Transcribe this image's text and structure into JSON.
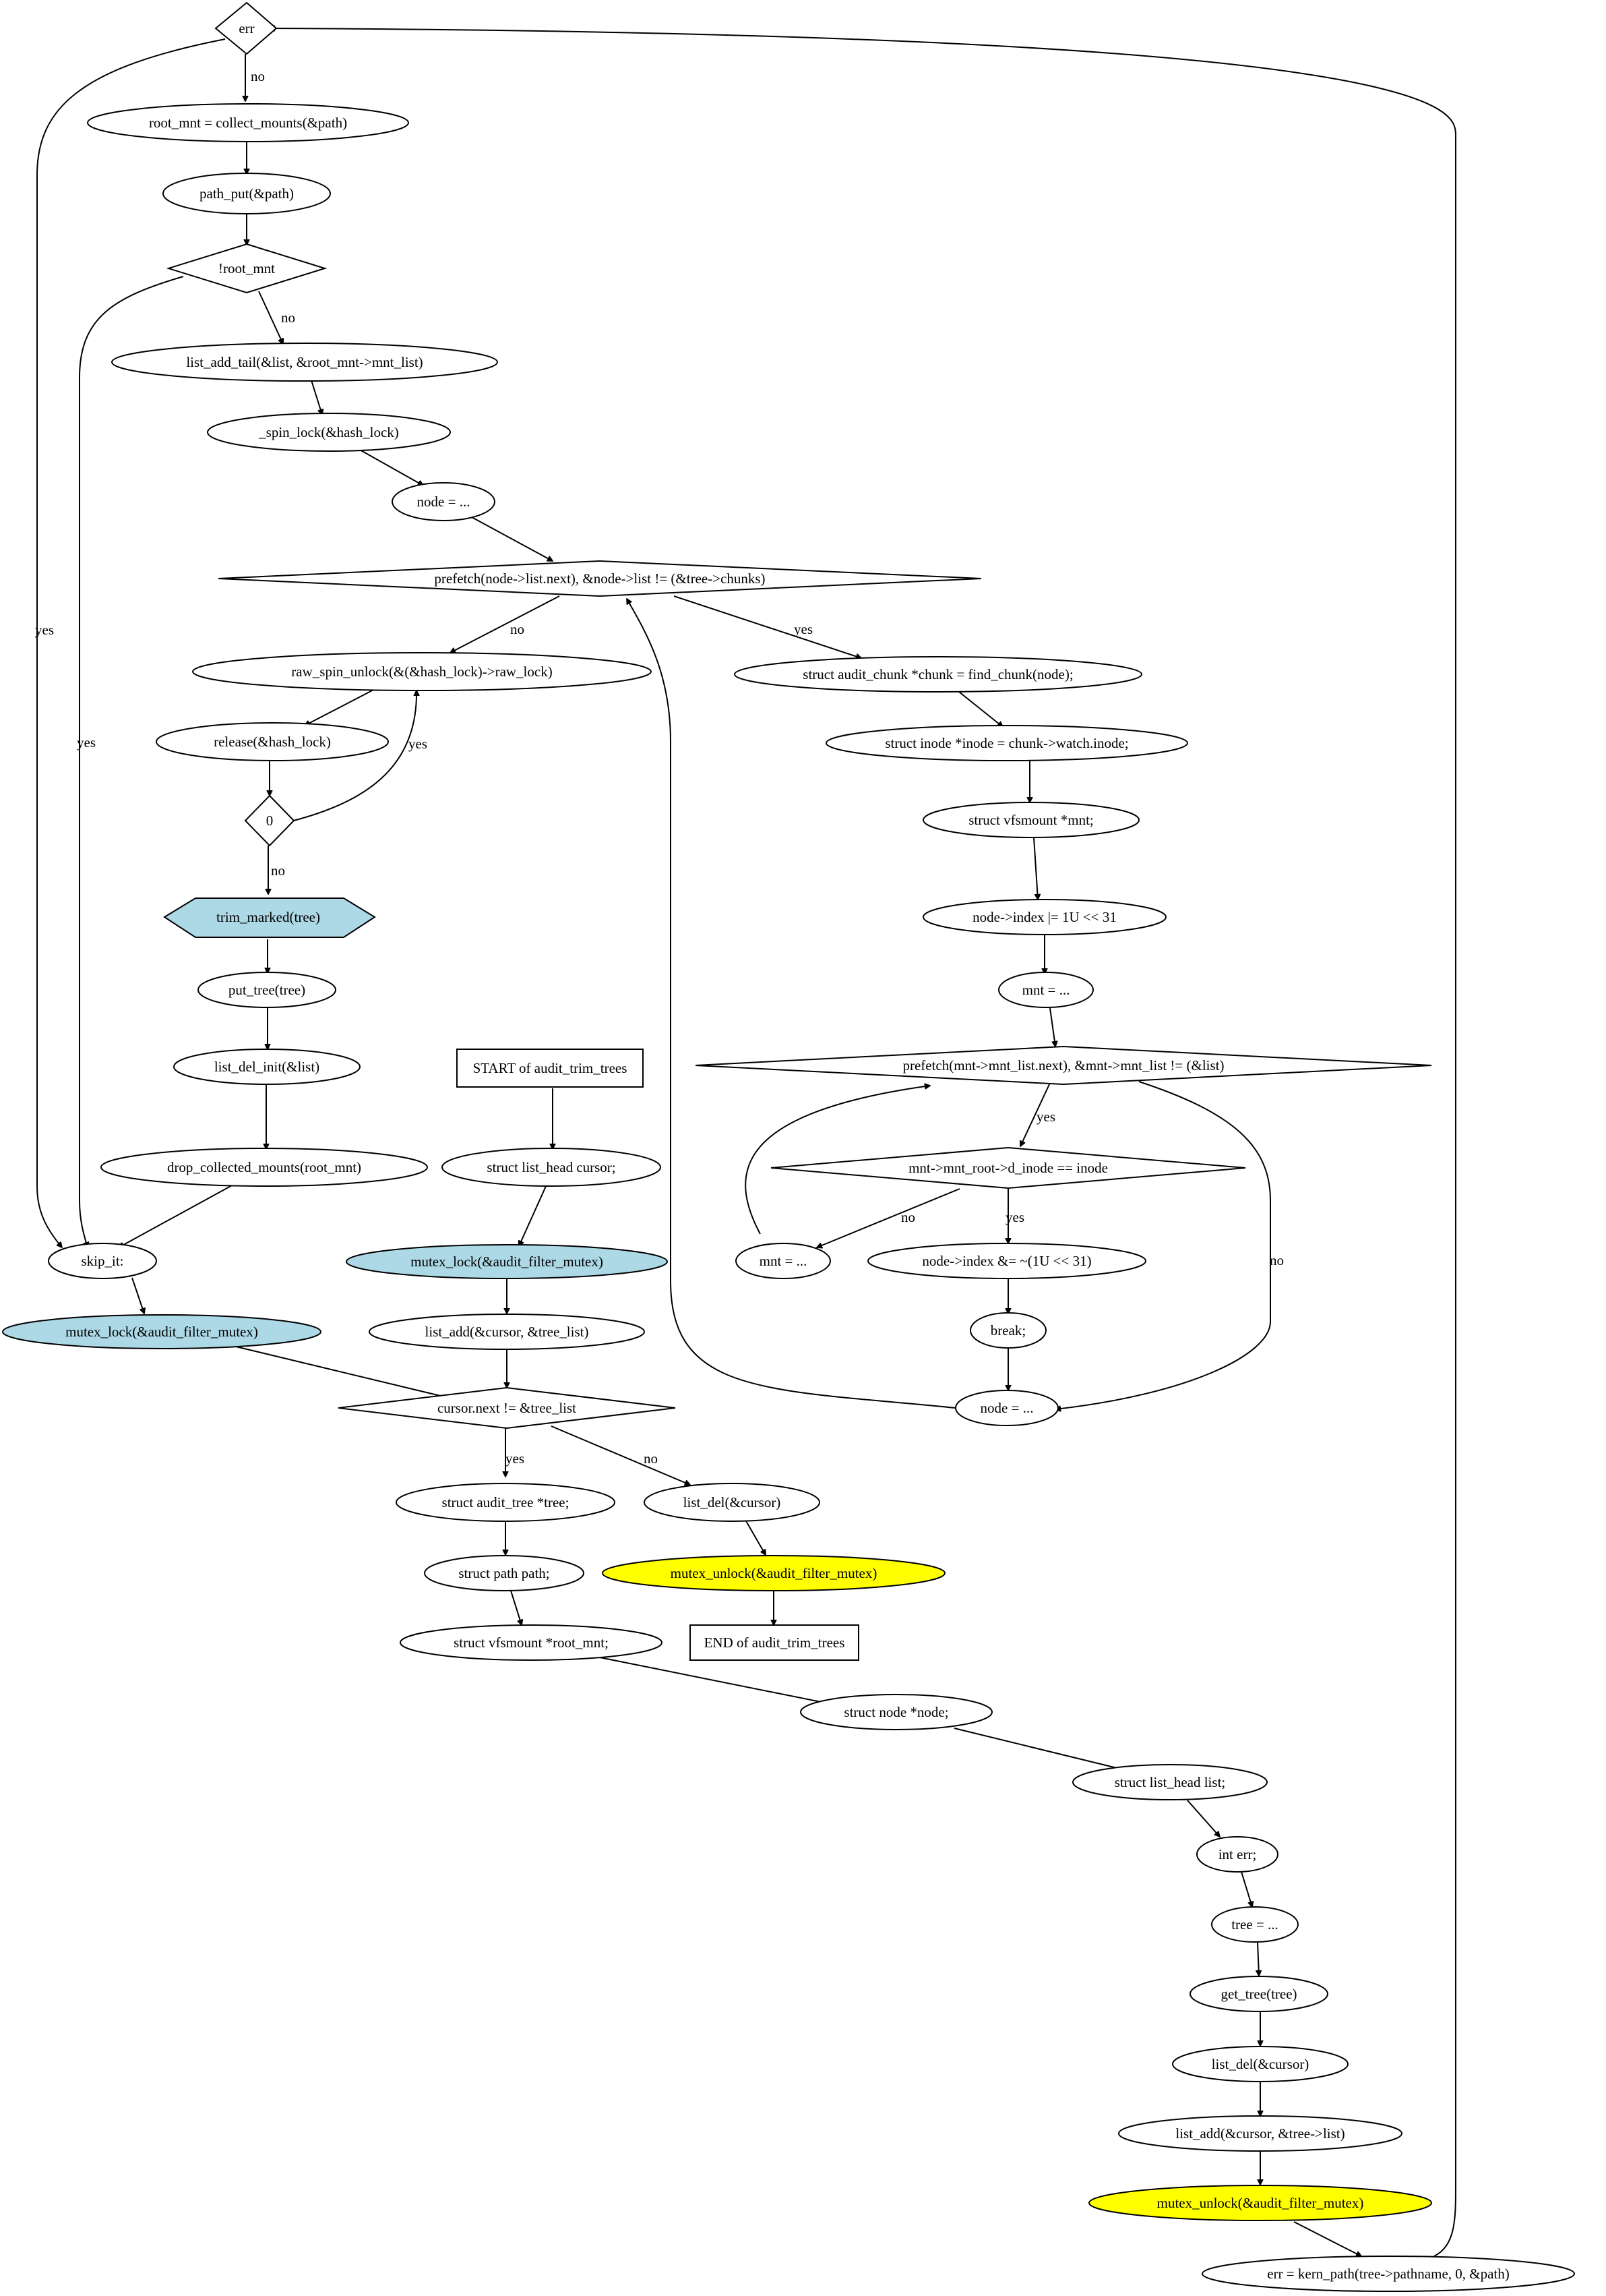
{
  "colors": {
    "default_fill": "#ffffff",
    "blue_fill": "#add8e6",
    "yellow_fill": "#ffff00",
    "hex_stroke": "#ffd700"
  },
  "nodes": {
    "err_decision": "err",
    "collect_mounts": "root_mnt = collect_mounts(&path)",
    "path_put": "path_put(&path)",
    "root_mnt_decision": "!root_mnt",
    "list_add_tail": "list_add_tail(&list, &root_mnt->mnt_list)",
    "spin_lock": "_spin_lock(&hash_lock)",
    "node_assign_1": "node = ...",
    "prefetch_node_decision": "prefetch(node->list.next), &node->list != (&tree->chunks)",
    "raw_spin_unlock": "raw_spin_unlock(&(&hash_lock)->raw_lock)",
    "release": "release(&hash_lock)",
    "zero_decision": "0",
    "trim_marked": "trim_marked(tree)",
    "put_tree": "put_tree(tree)",
    "list_del_init": "list_del_init(&list)",
    "drop_collected_mounts": "drop_collected_mounts(root_mnt)",
    "skip_it": "skip_it:",
    "mutex_lock_1": "mutex_lock(&audit_filter_mutex)",
    "start": "START of audit_trim_trees",
    "list_head_cursor": "struct list_head cursor;",
    "mutex_lock_2": "mutex_lock(&audit_filter_mutex)",
    "list_add_cursor_tree_list": "list_add(&cursor, &tree_list)",
    "cursor_decision": "cursor.next != &tree_list",
    "audit_tree_decl": "struct audit_tree *tree;",
    "path_decl": "struct path path;",
    "vfsmount_root_decl": "struct vfsmount *root_mnt;",
    "list_del_cursor_1": "list_del(&cursor)",
    "mutex_unlock_1": "mutex_unlock(&audit_filter_mutex)",
    "end": "END of audit_trim_trees",
    "find_chunk": "struct audit_chunk *chunk = find_chunk(node);",
    "inode_decl": "struct inode *inode = chunk->watch.inode;",
    "vfsmount_mnt_decl": "struct vfsmount *mnt;",
    "index_or": "node->index |= 1U << 31",
    "mnt_assign_1": "mnt = ...",
    "prefetch_mnt_decision": "prefetch(mnt->mnt_list.next), &mnt->mnt_list != (&list)",
    "d_inode_decision": "mnt->mnt_root->d_inode == inode",
    "mnt_assign_2": "mnt = ...",
    "index_and": "node->index &= ~(1U << 31)",
    "break": "break;",
    "node_assign_2": "node = ...",
    "node_decl": "struct node *node;",
    "list_head_list": "struct list_head list;",
    "int_err": "int err;",
    "tree_assign": "tree = ...",
    "get_tree": "get_tree(tree)",
    "list_del_cursor_2": "list_del(&cursor)",
    "list_add_cursor_tree": "list_add(&cursor, &tree->list)",
    "mutex_unlock_2": "mutex_unlock(&audit_filter_mutex)",
    "kern_path": "err = kern_path(tree->pathname, 0, &path)"
  },
  "edge_labels": {
    "err_no": "no",
    "err_yes": "yes",
    "root_mnt_no": "no",
    "root_mnt_yes": "yes",
    "prefetch_node_no": "no",
    "prefetch_node_yes": "yes",
    "zero_yes": "yes",
    "zero_no": "no",
    "cursor_yes": "yes",
    "cursor_no": "no",
    "prefetch_mnt_yes": "yes",
    "prefetch_mnt_no": "no",
    "d_inode_no": "no",
    "d_inode_yes": "yes"
  }
}
